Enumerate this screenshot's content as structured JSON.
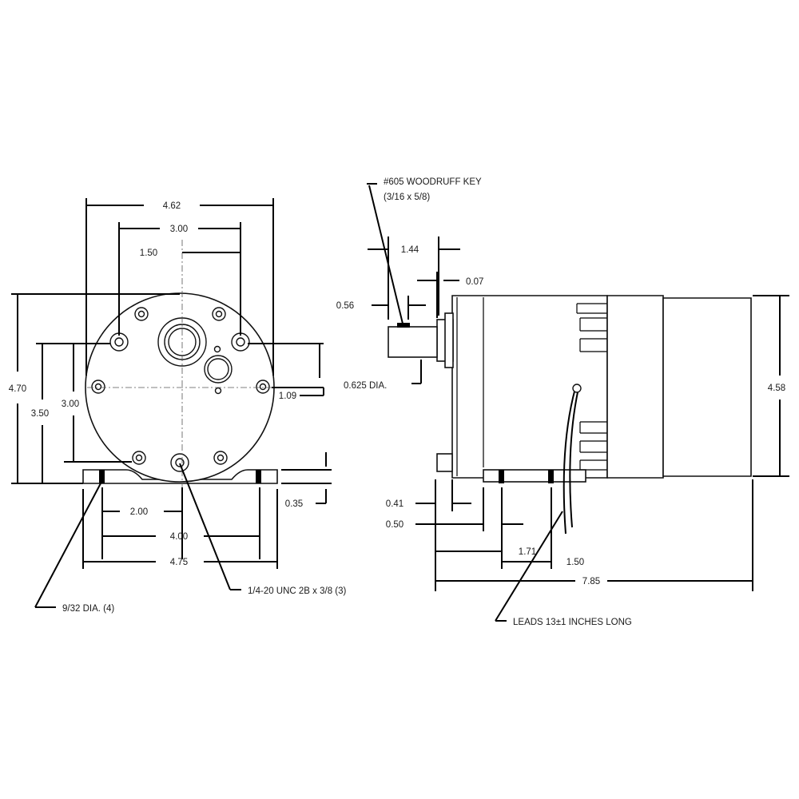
{
  "front_view": {
    "dims": {
      "overall_width": "4.62",
      "bolt_spacing": "3.00",
      "half_spacing": "1.50",
      "overall_height": "4.70",
      "mount_height": "3.50",
      "bolt_vertical": "3.00",
      "shaft_offset": "1.09",
      "foot_thickness": "0.35",
      "half_foot": "2.00",
      "foot_hole_spacing": "4.00",
      "foot_width": "4.75"
    },
    "notes": {
      "foot_hole": "9/32 DIA. (4)",
      "tapped_hole": "1/4-20 UNC 2B x 3/8 (3)"
    }
  },
  "side_view": {
    "dims": {
      "shaft_length": "1.44",
      "flange_step": "0.07",
      "key_offset": "0.56",
      "shaft_dia": "0.625 DIA.",
      "body_height": "4.58",
      "foot_offset_a": "0.41",
      "foot_offset_b": "0.50",
      "foot_hole_spacing": "1.71",
      "lead_offset": "1.50",
      "overall_length": "7.85"
    },
    "notes": {
      "key": "#605 WOODRUFF KEY",
      "key_size": "(3/16 x 5/8)",
      "leads": "LEADS 13±1 INCHES LONG"
    }
  }
}
